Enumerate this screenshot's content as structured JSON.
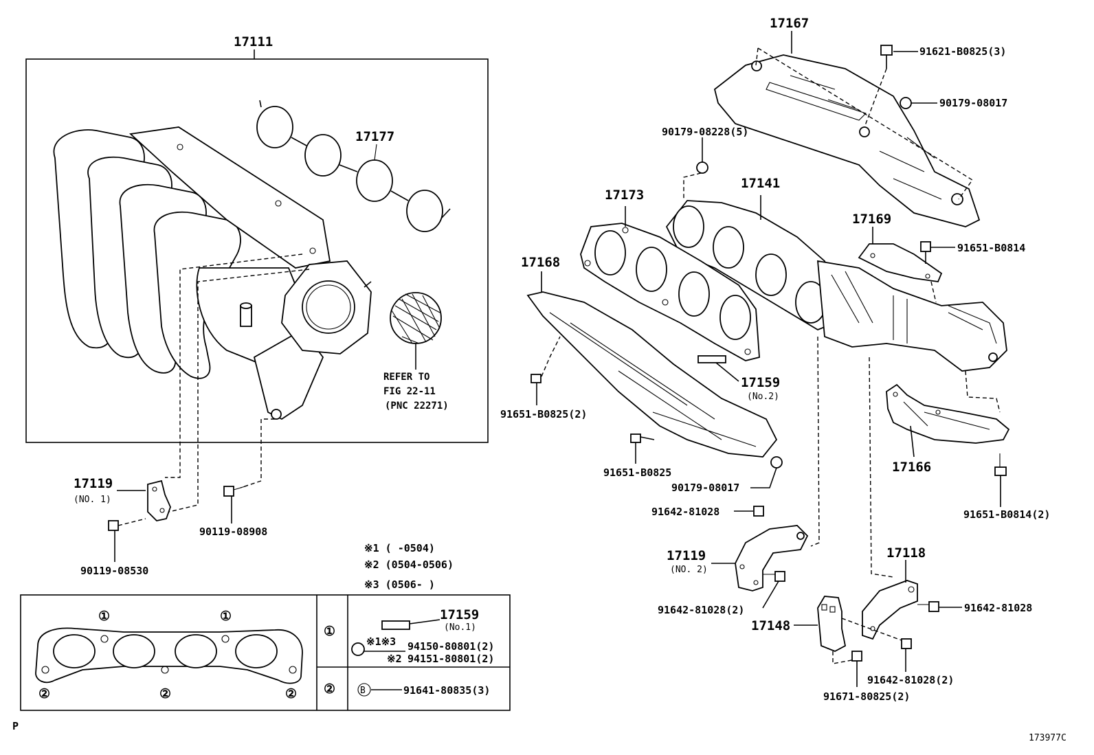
{
  "parts": {
    "p17111": "17111",
    "p17177": "17177",
    "p17167": "17167",
    "p17141": "17141",
    "p17173": "17173",
    "p17169": "17169",
    "p17168": "17168",
    "p17166": "17166",
    "p17159_no2": "17159",
    "p17159_no2_sub": "(No.2)",
    "p17119_no1": "17119",
    "p17119_no1_sub": "(NO. 1)",
    "p17119_no2": "17119",
    "p17119_no2_sub": "(NO. 2)",
    "p17118": "17118",
    "p17148": "17148",
    "p17159_no1": "17159",
    "p17159_no1_sub": "(No.1)"
  },
  "fasteners": {
    "f91621": "91621-B0825(3)",
    "f90179_top": "90179-08017",
    "f90179_08228": "90179-08228(5)",
    "f91651_b0814": "91651-B0814",
    "f91651_b0825_2": "91651-B0825(2)",
    "f91651_b0825": "91651-B0825",
    "f90179_mid": "90179-08017",
    "f91651_b0814_2": "91651-B0814(2)",
    "f91642_a": "91642-81028",
    "f91642_b": "91642-81028(2)",
    "f91642_c": "91642-81028",
    "f91642_d": "91642-81028(2)",
    "f91671": "91671-80825(2)",
    "f90119_08530": "90119-08530",
    "f90119_08908": "90119-08908"
  },
  "refer": {
    "line1": "REFER TO",
    "line2": "FIG 22-11",
    "line3": "(PNC 22271)"
  },
  "notes": {
    "n1": "※1 (       -0504)",
    "n2": "※2 (0504-0506)",
    "n3": "※3 (0506-      )"
  },
  "legend": {
    "circle1": "①",
    "circle2": "②",
    "row1_part": "17159",
    "row1_sub": "(No.1)",
    "row1_marks": "※1※3",
    "row1_pn1": "94150-80801(2)",
    "row1_mark2": "※2",
    "row1_pn2": "94151-80801(2)",
    "row2_b": "B",
    "row2_pn": "91641-80835(3)"
  },
  "footer": {
    "left": "P",
    "right": "173977C"
  }
}
